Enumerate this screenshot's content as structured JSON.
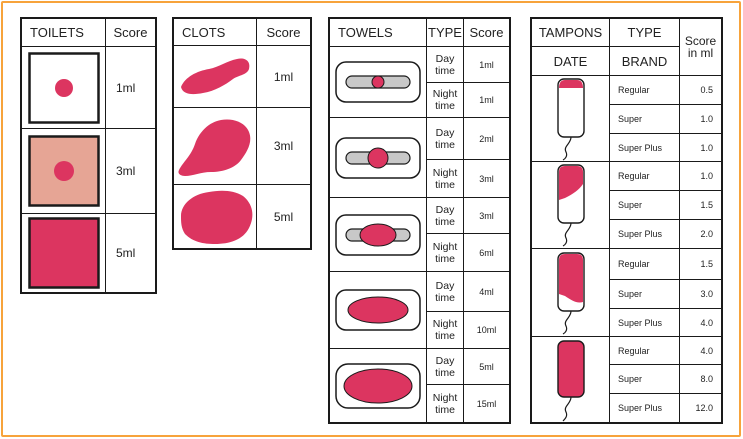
{
  "colors": {
    "blood": "#dc3560",
    "light_blood": "#e6a595",
    "border": "#1a1a1a",
    "frame": "#f7a33b",
    "pad_gray": "#c8c8c8"
  },
  "toilets": {
    "header": "TOILETS",
    "score_header": "Score",
    "rows": [
      {
        "icon": "toilet-small-spot-icon",
        "score": "1ml"
      },
      {
        "icon": "toilet-medium-spot-icon",
        "score": "3ml"
      },
      {
        "icon": "toilet-full-icon",
        "score": "5ml"
      }
    ]
  },
  "clots": {
    "header": "CLOTS",
    "score_header": "Score",
    "rows": [
      {
        "icon": "small-clot-icon",
        "score": "1ml"
      },
      {
        "icon": "medium-clot-icon",
        "score": "3ml"
      },
      {
        "icon": "large-clot-icon",
        "score": "5ml"
      }
    ]
  },
  "towels": {
    "header": "TOWELS",
    "type_header": "TYPE",
    "score_header": "Score",
    "rows": [
      {
        "icon": "towel-level-1-icon",
        "items": [
          {
            "type": "Day time",
            "score": "1ml"
          },
          {
            "type": "Night time",
            "score": "1ml"
          }
        ]
      },
      {
        "icon": "towel-level-2-icon",
        "items": [
          {
            "type": "Day time",
            "score": "2ml"
          },
          {
            "type": "Night time",
            "score": "3ml"
          }
        ]
      },
      {
        "icon": "towel-level-3-icon",
        "items": [
          {
            "type": "Day time",
            "score": "3ml"
          },
          {
            "type": "Night time",
            "score": "6ml"
          }
        ]
      },
      {
        "icon": "towel-level-4-icon",
        "items": [
          {
            "type": "Day time",
            "score": "4ml"
          },
          {
            "type": "Night time",
            "score": "10ml"
          }
        ]
      },
      {
        "icon": "towel-level-5-icon",
        "items": [
          {
            "type": "Day time",
            "score": "5ml"
          },
          {
            "type": "Night time",
            "score": "15ml"
          }
        ]
      }
    ]
  },
  "tampons": {
    "header": "TAMPONS",
    "type_header": "TYPE",
    "score_header": "Score in ml",
    "date_header": "DATE",
    "brand_header": "BRAND",
    "rows": [
      {
        "icon": "tampon-level-1-icon",
        "items": [
          {
            "brand": "Regular",
            "score": "0.5"
          },
          {
            "brand": "Super",
            "score": "1.0"
          },
          {
            "brand": "Super Plus",
            "score": "1.0"
          }
        ]
      },
      {
        "icon": "tampon-level-2-icon",
        "items": [
          {
            "brand": "Regular",
            "score": "1.0"
          },
          {
            "brand": "Super",
            "score": "1.5"
          },
          {
            "brand": "Super Plus",
            "score": "2.0"
          }
        ]
      },
      {
        "icon": "tampon-level-3-icon",
        "items": [
          {
            "brand": "Regular",
            "score": "1.5"
          },
          {
            "brand": "Super",
            "score": "3.0"
          },
          {
            "brand": "Super Plus",
            "score": "4.0"
          }
        ]
      },
      {
        "icon": "tampon-level-4-icon",
        "items": [
          {
            "brand": "Regular",
            "score": "4.0"
          },
          {
            "brand": "Super",
            "score": "8.0"
          },
          {
            "brand": "Super Plus",
            "score": "12.0"
          }
        ]
      }
    ]
  }
}
